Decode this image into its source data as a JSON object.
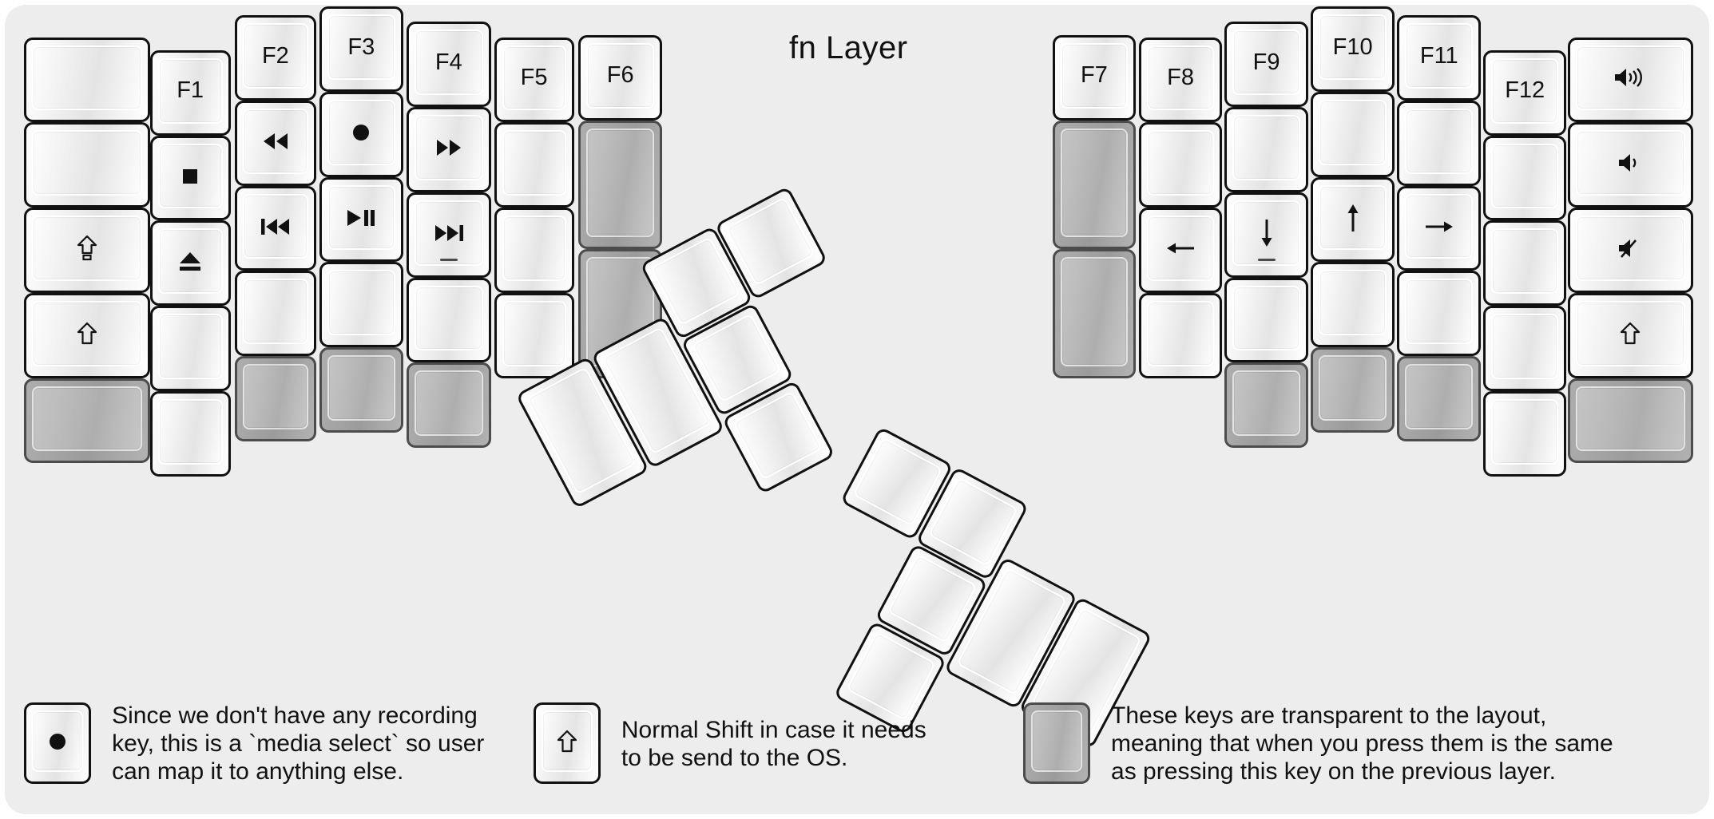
{
  "title": "fn Layer",
  "colors": {
    "panel_bg": "#ededed",
    "key_face": "#f2f2f2",
    "key_border": "#111111",
    "transparent_key": "#a8a8a8",
    "text": "#111111"
  },
  "left_half": {
    "columns": [
      {
        "name": "col-pinky-outer",
        "keys": [
          {
            "label": "",
            "type": "normal"
          },
          {
            "label": "",
            "type": "normal"
          },
          {
            "label": "shift-lock",
            "type": "normal"
          },
          {
            "label": "shift",
            "type": "normal"
          },
          {
            "label": "",
            "type": "transparent"
          }
        ]
      },
      {
        "name": "col-pinky",
        "keys": [
          {
            "label": "F1",
            "type": "normal"
          },
          {
            "label": "media-stop",
            "type": "normal"
          },
          {
            "label": "media-eject",
            "type": "normal"
          },
          {
            "label": "",
            "type": "normal"
          },
          {
            "label": "",
            "type": "normal"
          }
        ]
      },
      {
        "name": "col-ring",
        "keys": [
          {
            "label": "F2",
            "type": "normal"
          },
          {
            "label": "media-rewind",
            "type": "normal"
          },
          {
            "label": "media-prev-track",
            "type": "normal"
          },
          {
            "label": "",
            "type": "normal"
          },
          {
            "label": "",
            "type": "transparent"
          }
        ]
      },
      {
        "name": "col-middle",
        "keys": [
          {
            "label": "F3",
            "type": "normal"
          },
          {
            "label": "media-record",
            "type": "normal"
          },
          {
            "label": "media-play-pause",
            "type": "normal"
          },
          {
            "label": "",
            "type": "normal"
          },
          {
            "label": "",
            "type": "transparent"
          }
        ]
      },
      {
        "name": "col-index",
        "keys": [
          {
            "label": "F4",
            "type": "normal"
          },
          {
            "label": "media-fast-forward",
            "type": "normal"
          },
          {
            "label": "media-next-track",
            "type": "normal",
            "homing": true
          },
          {
            "label": "",
            "type": "normal"
          },
          {
            "label": "",
            "type": "transparent"
          }
        ]
      },
      {
        "name": "col-index-inner",
        "keys": [
          {
            "label": "F5",
            "type": "normal"
          },
          {
            "label": "",
            "type": "normal"
          },
          {
            "label": "",
            "type": "normal"
          },
          {
            "label": "",
            "type": "normal"
          }
        ]
      },
      {
        "name": "col-inner",
        "keys": [
          {
            "label": "F6",
            "type": "normal"
          },
          {
            "label": "",
            "type": "transparent",
            "tall": true
          },
          {
            "label": "",
            "type": "transparent",
            "tall": true
          }
        ]
      }
    ],
    "thumb_cluster": {
      "name": "left-thumb-cluster",
      "keys": [
        {
          "label": "",
          "type": "normal"
        },
        {
          "label": "",
          "type": "normal"
        },
        {
          "label": "",
          "type": "normal"
        },
        {
          "label": "",
          "type": "normal"
        },
        {
          "label": "",
          "type": "normal"
        },
        {
          "label": "",
          "type": "normal"
        }
      ]
    }
  },
  "right_half": {
    "columns": [
      {
        "name": "col-inner",
        "keys": [
          {
            "label": "F7",
            "type": "normal"
          },
          {
            "label": "",
            "type": "transparent",
            "tall": true
          },
          {
            "label": "",
            "type": "transparent",
            "tall": true
          }
        ]
      },
      {
        "name": "col-index-inner",
        "keys": [
          {
            "label": "F8",
            "type": "normal"
          },
          {
            "label": "",
            "type": "normal"
          },
          {
            "label": "arrow-left",
            "type": "normal"
          },
          {
            "label": "",
            "type": "normal"
          }
        ]
      },
      {
        "name": "col-index",
        "keys": [
          {
            "label": "F9",
            "type": "normal"
          },
          {
            "label": "",
            "type": "normal"
          },
          {
            "label": "arrow-down",
            "type": "normal",
            "homing": true
          },
          {
            "label": "",
            "type": "normal"
          },
          {
            "label": "",
            "type": "transparent"
          }
        ]
      },
      {
        "name": "col-middle",
        "keys": [
          {
            "label": "F10",
            "type": "normal"
          },
          {
            "label": "",
            "type": "normal"
          },
          {
            "label": "arrow-up",
            "type": "normal"
          },
          {
            "label": "",
            "type": "normal"
          },
          {
            "label": "",
            "type": "transparent"
          }
        ]
      },
      {
        "name": "col-ring",
        "keys": [
          {
            "label": "F11",
            "type": "normal"
          },
          {
            "label": "",
            "type": "normal"
          },
          {
            "label": "arrow-right",
            "type": "normal"
          },
          {
            "label": "",
            "type": "normal"
          },
          {
            "label": "",
            "type": "transparent"
          }
        ]
      },
      {
        "name": "col-pinky",
        "keys": [
          {
            "label": "F12",
            "type": "normal"
          },
          {
            "label": "",
            "type": "normal"
          },
          {
            "label": "",
            "type": "normal"
          },
          {
            "label": "",
            "type": "normal"
          },
          {
            "label": "",
            "type": "normal"
          }
        ]
      },
      {
        "name": "col-pinky-outer",
        "keys": [
          {
            "label": "volume-up",
            "type": "normal"
          },
          {
            "label": "volume-down",
            "type": "normal"
          },
          {
            "label": "volume-mute",
            "type": "normal"
          },
          {
            "label": "shift",
            "type": "normal"
          },
          {
            "label": "",
            "type": "transparent"
          }
        ]
      }
    ],
    "thumb_cluster": {
      "name": "right-thumb-cluster",
      "keys": [
        {
          "label": "",
          "type": "normal"
        },
        {
          "label": "",
          "type": "normal"
        },
        {
          "label": "",
          "type": "normal"
        },
        {
          "label": "",
          "type": "normal"
        },
        {
          "label": "",
          "type": "normal"
        },
        {
          "label": "",
          "type": "normal"
        }
      ]
    }
  },
  "legend": [
    {
      "name": "legend-media-record",
      "icon": "media-record",
      "key_type": "normal",
      "text": "Since we don't have any recording\nkey, this is a `media select` so user\ncan map it to anything else."
    },
    {
      "name": "legend-shift",
      "icon": "shift",
      "key_type": "normal",
      "text": "Normal Shift in case it needs\nto be send to the OS."
    },
    {
      "name": "legend-transparent",
      "icon": "",
      "key_type": "transparent",
      "text": "These keys are transparent to the layout,\nmeaning that when you press them is the same\nas pressing this key on the previous layer."
    }
  ]
}
